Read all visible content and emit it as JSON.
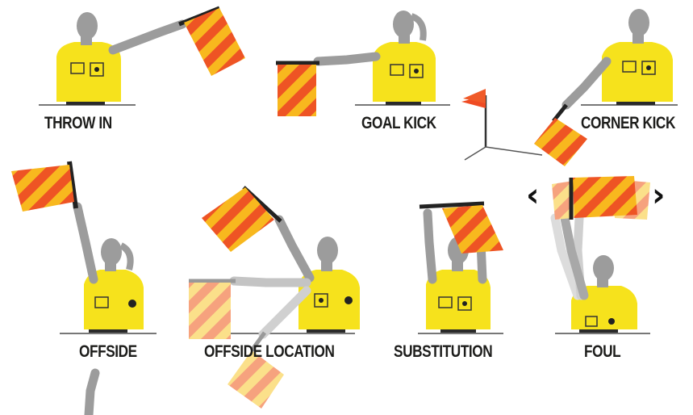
{
  "signals": [
    {
      "id": "throw-in",
      "label": "THROW IN"
    },
    {
      "id": "goal-kick",
      "label": "GOAL KICK"
    },
    {
      "id": "corner-kick",
      "label": "CORNER KICK"
    },
    {
      "id": "offside",
      "label": "OFFSIDE"
    },
    {
      "id": "offside-location",
      "label": "OFFSIDE LOCATION"
    },
    {
      "id": "substitution",
      "label": "SUBSTITUTION"
    },
    {
      "id": "foul",
      "label": "FOUL"
    }
  ],
  "foul_arrows": {
    "left": "‹",
    "right": "›"
  },
  "colors": {
    "shirt": "#f6e21c",
    "skin": "#9c9c9c",
    "flag_orange": "#f15a2b",
    "flag_yellow": "#f7c81d",
    "flag_red": "#d9261c",
    "ground": "#777777",
    "text": "#1d1d1b"
  }
}
